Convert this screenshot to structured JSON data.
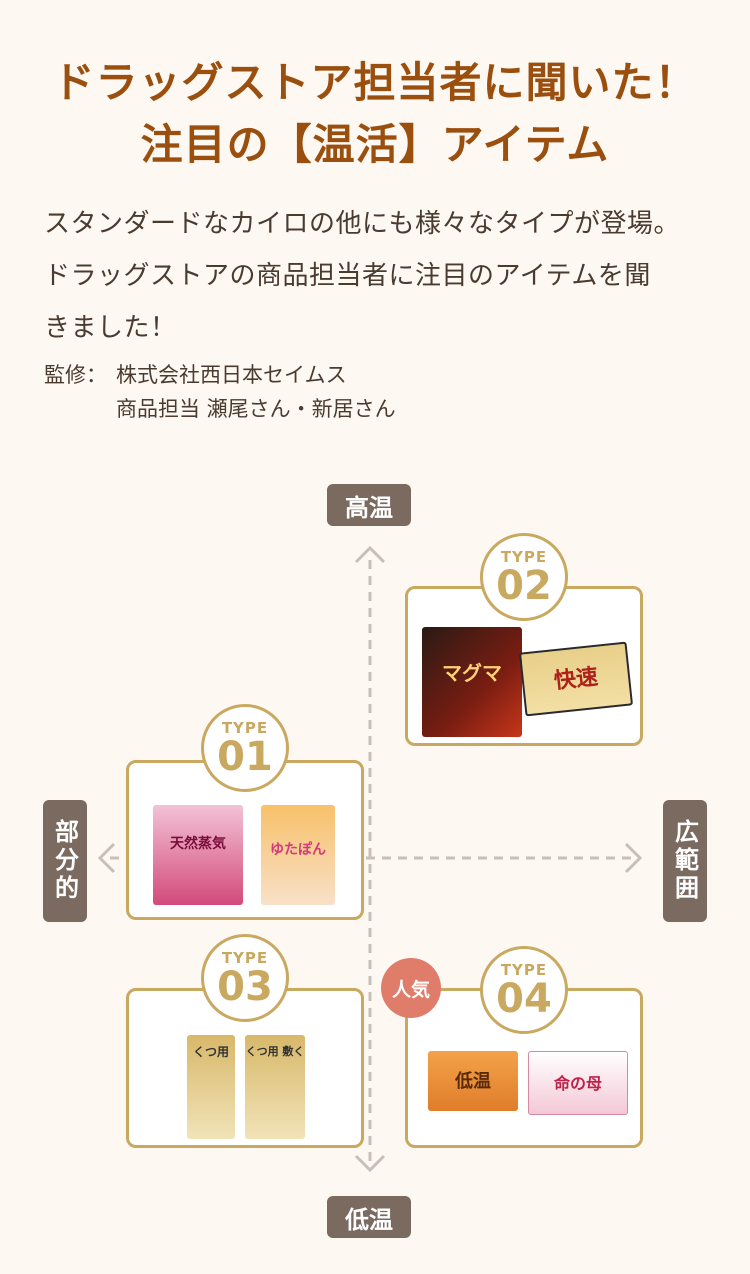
{
  "title": {
    "line1": "ドラッグストア担当者に聞いた！",
    "line2": "注目の【温活】アイテム"
  },
  "intro": {
    "line1": "スタンダードなカイロの他にも様々なタイプが登場。",
    "line2": "ドラッグストアの商品担当者に注目のアイテムを聞",
    "line3": "きました！"
  },
  "supervisor": {
    "label": "監修：",
    "line1": "株式会社西日本セイムス",
    "line2": "商品担当 瀬尾さん・新居さん"
  },
  "axes": {
    "top": "高温",
    "bottom": "低温",
    "left": "部分的",
    "right": "広範囲"
  },
  "types": [
    {
      "prefix": "TYPE",
      "number": "01"
    },
    {
      "prefix": "TYPE",
      "number": "02"
    },
    {
      "prefix": "TYPE",
      "number": "03"
    },
    {
      "prefix": "TYPE",
      "number": "04"
    }
  ],
  "popular_badge": "人気",
  "products": {
    "type01": [
      "天然蒸気",
      "ゆたぽん"
    ],
    "type02": [
      "マグマ",
      "快速"
    ],
    "type03": [
      "くつ用",
      "くつ用 敷く"
    ],
    "type04": [
      "低温",
      "命の母"
    ]
  },
  "colors": {
    "title": "#9a4f0f",
    "gold": "#c9a85f",
    "axis_bg": "#7a6a60",
    "popular": "#e07d6a"
  }
}
